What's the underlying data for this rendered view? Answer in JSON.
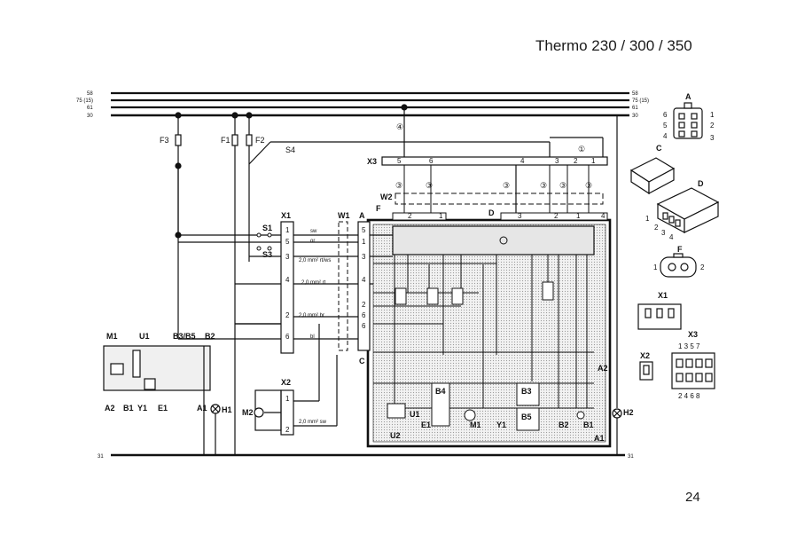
{
  "header": {
    "title": "Thermo 230 / 300 / 350"
  },
  "footer": {
    "page_number": "24"
  },
  "rails": {
    "left": [
      "58",
      "75 (15)",
      "61",
      "30"
    ],
    "right": [
      "58",
      "75 (15)",
      "61",
      "30"
    ],
    "ground_left": "31",
    "ground_right": "31"
  },
  "fuses": {
    "f3": "F3",
    "f1": "F1",
    "f2": "F2",
    "s4": "S4"
  },
  "switches": {
    "s1": "S1",
    "s3": "S3"
  },
  "connectors": {
    "x1": "X1",
    "x2": "X2",
    "x3": "X3",
    "w1": "W1",
    "w2": "W2",
    "a": "A",
    "c": "C",
    "d": "D",
    "f": "F"
  },
  "x1_pins": [
    "1",
    "5",
    "3",
    "4",
    "2",
    "6"
  ],
  "a_pins": [
    "5",
    "1",
    "3",
    "4",
    "2",
    "6",
    "6"
  ],
  "x3_pins": [
    "5",
    "6",
    "4",
    "3",
    "2",
    "1"
  ],
  "f_pins": [
    "2",
    "1"
  ],
  "d_pins": [
    "3",
    "2",
    "1",
    "4"
  ],
  "x2_pins": [
    "1",
    "2"
  ],
  "wire_labels": {
    "sw": "sw",
    "or": "or",
    "rt_ws": "2,0 mm² rt/ws",
    "rt": "2,0 mm² rt",
    "br": "2,0 mm² br",
    "bl": "bl",
    "sw2": "2,0 mm² sw"
  },
  "circled": [
    "④",
    "①",
    "③",
    "③",
    "③",
    "③",
    "③",
    "③"
  ],
  "left_parts": {
    "m1": "M1",
    "u1": "U1",
    "b3b5": "B3/B5",
    "b2": "B2",
    "a2": "A2",
    "b1": "B1",
    "y1": "Y1",
    "e1": "E1",
    "a1": "A1",
    "h1": "H1",
    "m2": "M2"
  },
  "module_parts": {
    "u1": "U1",
    "u2": "U2",
    "e1": "E1",
    "b4": "B4",
    "m1": "M1",
    "y1": "Y1",
    "b3": "B3",
    "b5": "B5",
    "b2": "B2",
    "b1": "B1",
    "a2": "A2",
    "a1": "A1",
    "h2": "H2"
  },
  "side_views": {
    "a": "A",
    "a_pins": [
      "6",
      "1",
      "5",
      "2",
      "4",
      "3"
    ],
    "c": "C",
    "d": "D",
    "d_pins": [
      "1",
      "2",
      "3",
      "4"
    ],
    "f": "F",
    "f_pins": [
      "1",
      "2"
    ],
    "x1": "X1",
    "x2": "X2",
    "x3": "X3",
    "x3_top": "1 3 5 7",
    "x3_bottom": "2 4 6 8"
  }
}
